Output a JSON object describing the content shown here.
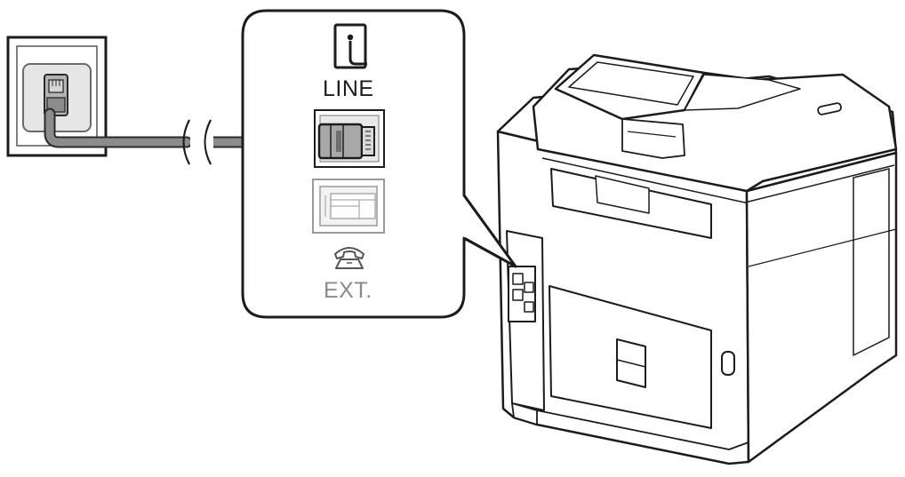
{
  "diagram": {
    "callout": {
      "line_port": {
        "label": "LINE",
        "icon": "wall-jack-icon",
        "state": "connected"
      },
      "ext_port": {
        "label": "EXT.",
        "icon": "telephone-icon",
        "state": "unused"
      }
    },
    "colors": {
      "outline": "#1c1c1c",
      "cable": "#8c8c8c",
      "inactive": "#9a9a9a",
      "printer_body": "#ffffff"
    }
  }
}
